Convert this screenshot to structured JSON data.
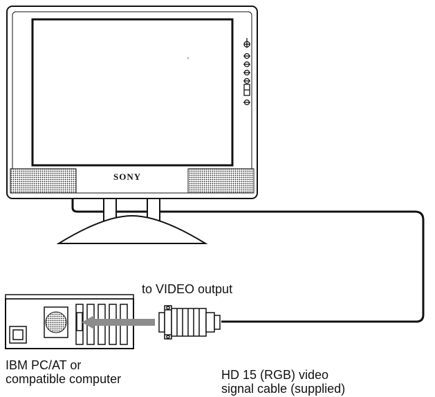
{
  "monitor": {
    "brand": "SONY"
  },
  "labels": {
    "video_output": "to VIDEO output",
    "computer_line1": "IBM PC/AT or",
    "computer_line2": "compatible computer",
    "cable_line1": "HD 15 (RGB) video",
    "cable_line2": "signal cable (supplied)"
  },
  "colors": {
    "line": "#111111",
    "arrow": "#8c8c8c",
    "background": "#ffffff"
  }
}
